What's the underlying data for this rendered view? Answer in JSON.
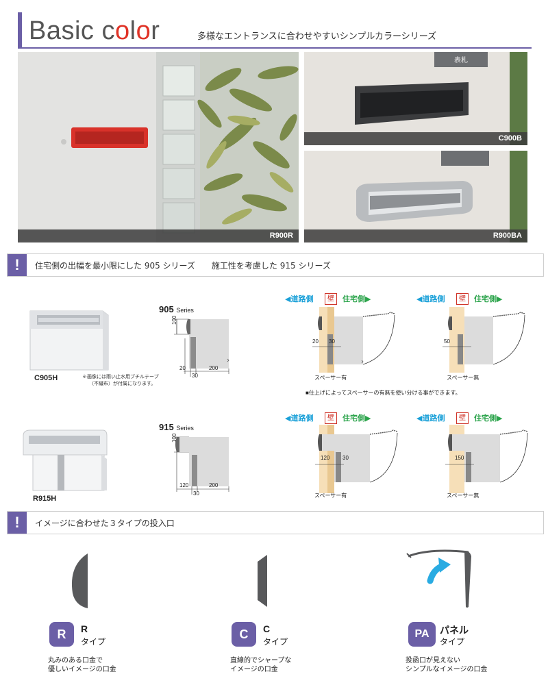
{
  "header": {
    "title_a": "Basic c",
    "title_o1": "o",
    "title_l": "l",
    "title_o2": "o",
    "title_r": "r",
    "subtitle": "多様なエントランスに合わせやすいシンプルカラーシリーズ"
  },
  "photos": [
    {
      "caption": "R900R"
    },
    {
      "caption": "C900B"
    },
    {
      "caption": "R900BA"
    }
  ],
  "nameplate": "表札",
  "section1": {
    "text": "住宅側の出幅を最小限にした 905 シリーズ　　施工性を考慮した 915 シリーズ"
  },
  "series905": {
    "product_label": "C905H",
    "note_line1": "※画像には雨い止水用ブチルテープ",
    "note_line2": "（不織布）が付属になります。",
    "series_num": "905",
    "series_word": "Series",
    "dim_100": "100",
    "dim_20": "20",
    "dim_200": "200",
    "dim_30": "30"
  },
  "series915": {
    "product_label": "R915H",
    "series_num": "915",
    "series_word": "Series",
    "dim_100": "100",
    "dim_120": "120",
    "dim_200": "200",
    "dim_30": "30"
  },
  "legend": {
    "road": "道路側",
    "wall": "壁",
    "home": "住宅側"
  },
  "diagrams": {
    "d1_dim_a": "20",
    "d1_dim_b": "30",
    "d1_caption": "スペーサー有",
    "d2_dim": "50",
    "d2_caption": "スペーサー無",
    "d3_dim_a": "120",
    "d3_dim_b": "30",
    "d3_caption": "スペーサー有",
    "d4_dim": "150",
    "d4_caption": "スペーサー無",
    "note": "■仕上げによってスペーサーの有無を使い分ける事ができます。"
  },
  "section2": {
    "text": "イメージに合わせた３タイプの投入口"
  },
  "types": [
    {
      "badge": "R",
      "name": "R",
      "sub": "タイプ",
      "desc1": "丸みのある口金で",
      "desc2": "優しいイメージの口金"
    },
    {
      "badge": "C",
      "name": "C",
      "sub": "タイプ",
      "desc1": "直線的でシャープな",
      "desc2": "イメージの口金"
    },
    {
      "badge": "PA",
      "name": "パネル",
      "sub": "タイプ",
      "desc1": "投函口が見えない",
      "desc2": "シンプルなイメージの口金"
    }
  ],
  "colors": {
    "accent": "#6b5fa6",
    "red_mailbox": "#d9322a",
    "road_blue": "#1aa0d8",
    "home_green": "#2aa34a",
    "wall_red": "#d0352a",
    "spacer": "#f6dfb8"
  }
}
